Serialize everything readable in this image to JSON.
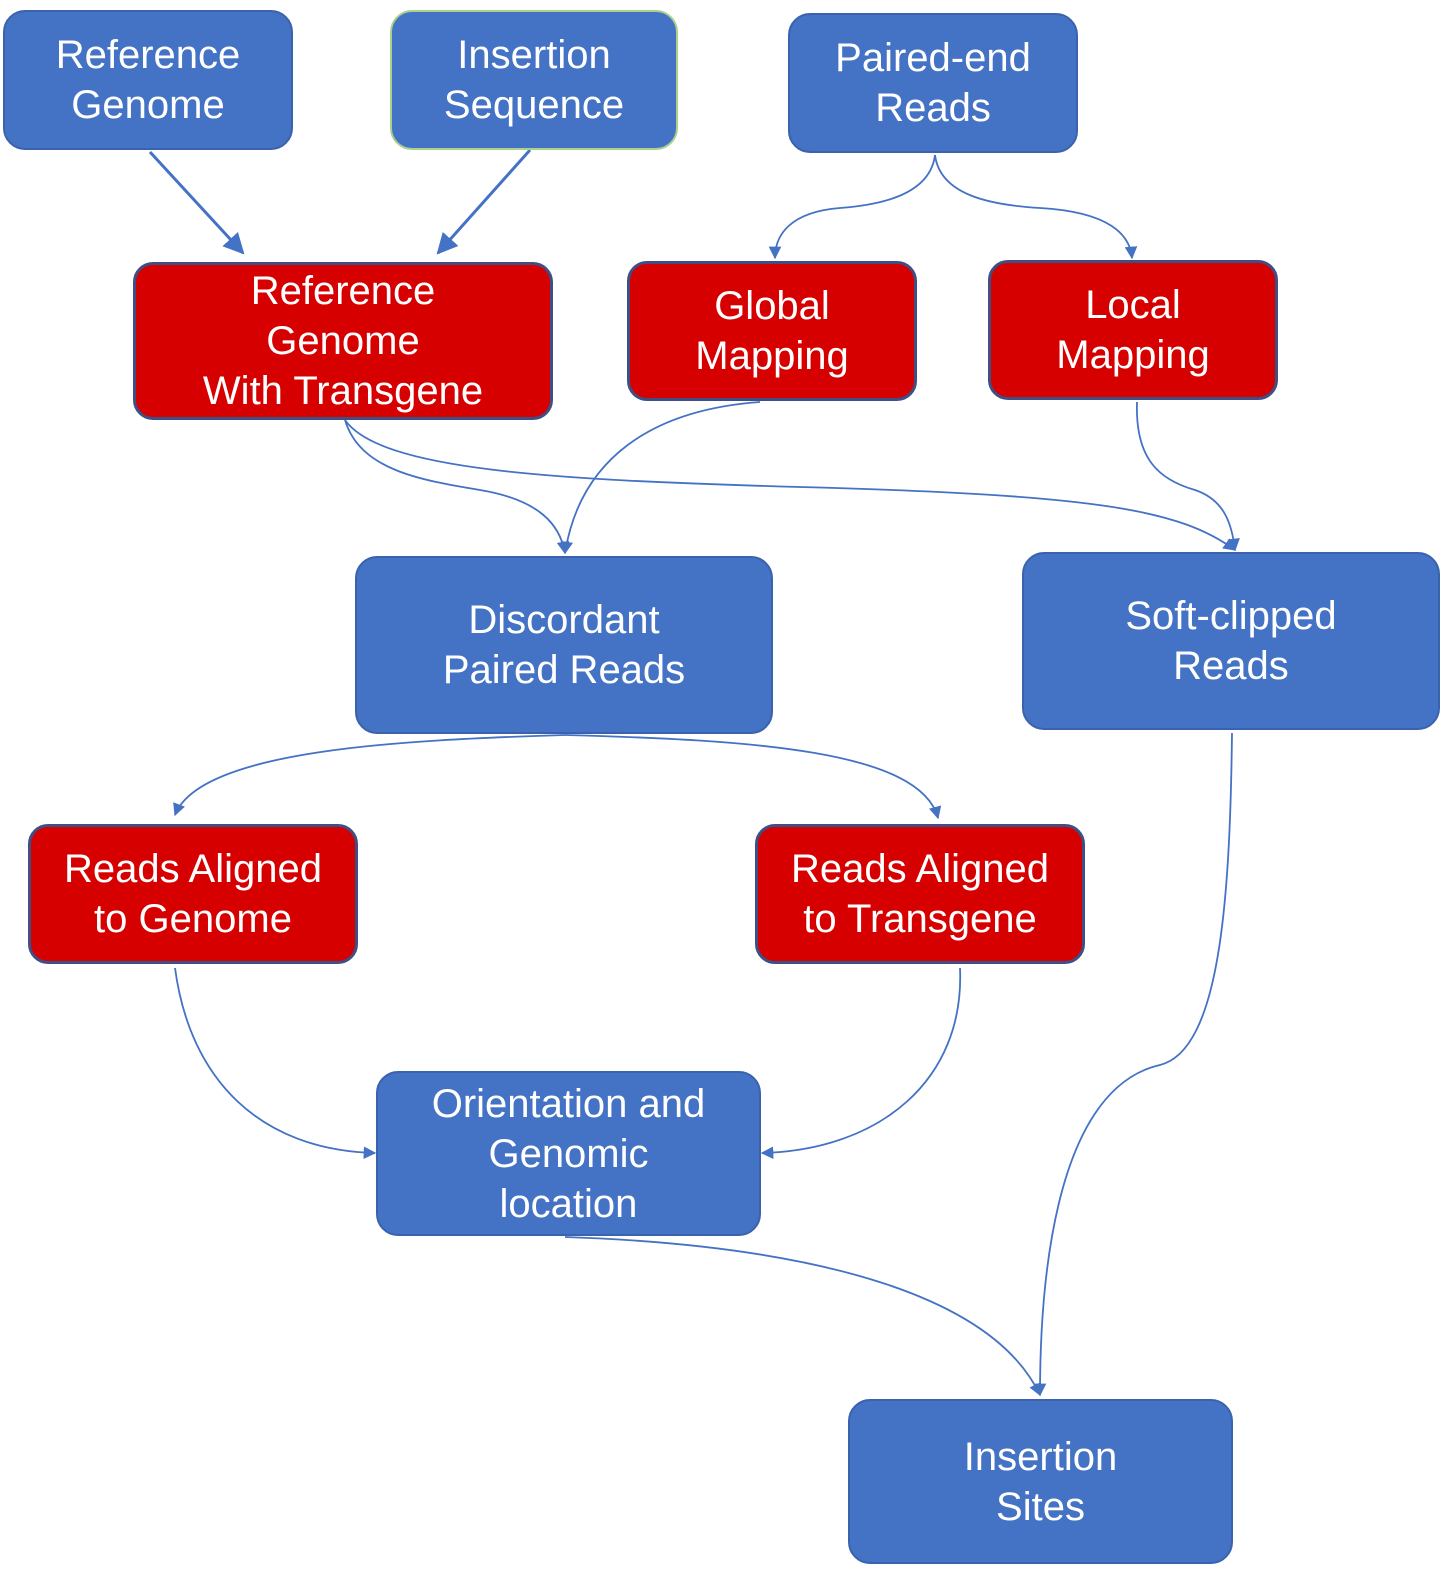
{
  "colors": {
    "data_node": "#4472C4",
    "process_node": "#D60000",
    "edge": "#4472C4",
    "text": "#FFFFFF"
  },
  "nodes": {
    "reference_genome": {
      "label": "Reference\nGenome",
      "kind": "data"
    },
    "insertion_sequence": {
      "label": "Insertion\nSequence",
      "kind": "data"
    },
    "paired_end_reads": {
      "label": "Paired-end\nReads",
      "kind": "data"
    },
    "ref_genome_transgene": {
      "label": "Reference\nGenome\nWith Transgene",
      "kind": "process"
    },
    "global_mapping": {
      "label": "Global\nMapping",
      "kind": "process"
    },
    "local_mapping": {
      "label": "Local\nMapping",
      "kind": "process"
    },
    "discordant_paired_reads": {
      "label": "Discordant\nPaired Reads",
      "kind": "data"
    },
    "soft_clipped_reads": {
      "label": "Soft-clipped\nReads",
      "kind": "data"
    },
    "reads_aligned_genome": {
      "label": "Reads Aligned\nto Genome",
      "kind": "process"
    },
    "reads_aligned_transgene": {
      "label": "Reads Aligned\nto Transgene",
      "kind": "process"
    },
    "orientation_location": {
      "label": "Orientation and\nGenomic\nlocation",
      "kind": "data"
    },
    "insertion_sites": {
      "label": "Insertion\nSites",
      "kind": "data"
    }
  },
  "edges": [
    {
      "from": "reference_genome",
      "to": "ref_genome_transgene"
    },
    {
      "from": "insertion_sequence",
      "to": "ref_genome_transgene"
    },
    {
      "from": "paired_end_reads",
      "to": "global_mapping"
    },
    {
      "from": "paired_end_reads",
      "to": "local_mapping"
    },
    {
      "from": "ref_genome_transgene",
      "to": "discordant_paired_reads"
    },
    {
      "from": "ref_genome_transgene",
      "to": "soft_clipped_reads"
    },
    {
      "from": "global_mapping",
      "to": "discordant_paired_reads"
    },
    {
      "from": "local_mapping",
      "to": "soft_clipped_reads"
    },
    {
      "from": "discordant_paired_reads",
      "to": "reads_aligned_genome"
    },
    {
      "from": "discordant_paired_reads",
      "to": "reads_aligned_transgene"
    },
    {
      "from": "reads_aligned_genome",
      "to": "orientation_location"
    },
    {
      "from": "reads_aligned_transgene",
      "to": "orientation_location"
    },
    {
      "from": "orientation_location",
      "to": "insertion_sites"
    },
    {
      "from": "soft_clipped_reads",
      "to": "insertion_sites"
    }
  ]
}
